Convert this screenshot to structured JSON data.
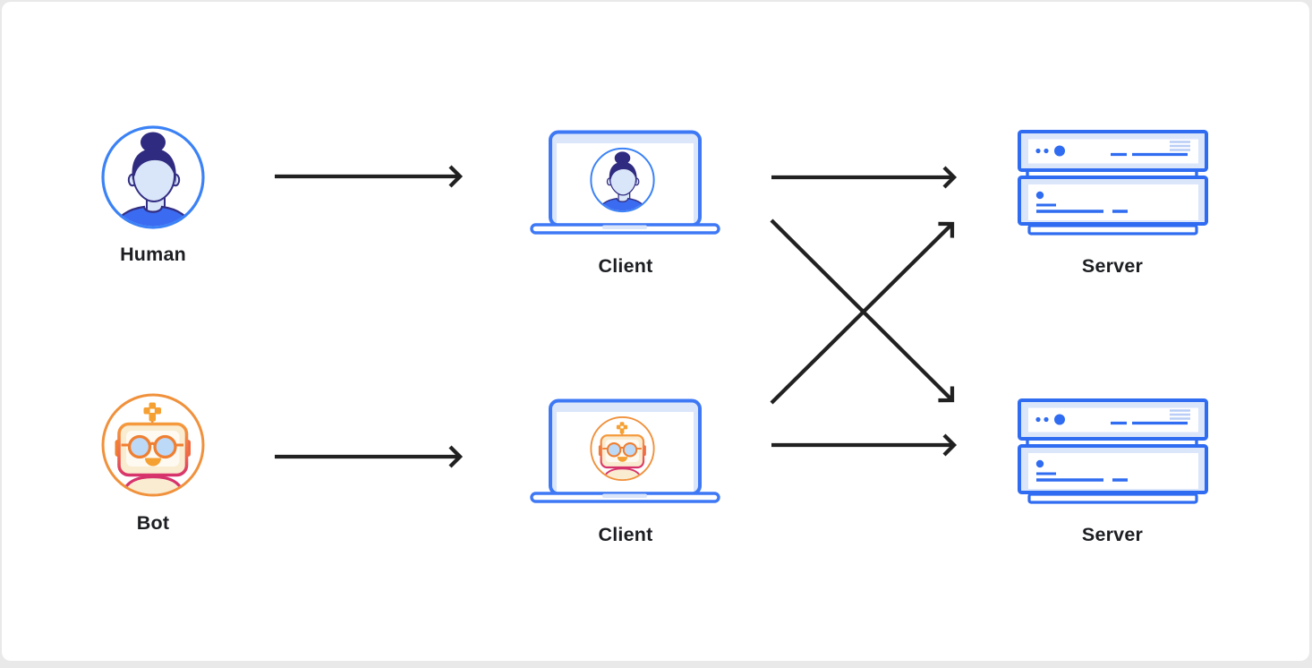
{
  "nodes": {
    "human": {
      "label": "Human",
      "icon": "human-avatar-icon"
    },
    "bot": {
      "label": "Bot",
      "icon": "bot-avatar-icon"
    },
    "client_top": {
      "label": "Client",
      "icon": "laptop-with-human-avatar-icon"
    },
    "client_bottom": {
      "label": "Client",
      "icon": "laptop-with-bot-avatar-icon"
    },
    "server_top": {
      "label": "Server",
      "icon": "server-rack-icon"
    },
    "server_bottom": {
      "label": "Server",
      "icon": "server-rack-icon"
    }
  },
  "edges": [
    {
      "from": "human",
      "to": "client_top",
      "style": "horizontal-arrow"
    },
    {
      "from": "bot",
      "to": "client_bottom",
      "style": "horizontal-arrow"
    },
    {
      "from": "client_top",
      "to": "server_top",
      "style": "horizontal-arrow"
    },
    {
      "from": "client_top",
      "to": "server_bottom",
      "style": "diagonal-arrow"
    },
    {
      "from": "client_bottom",
      "to": "server_top",
      "style": "diagonal-arrow"
    },
    {
      "from": "client_bottom",
      "to": "server_bottom",
      "style": "horizontal-arrow"
    }
  ],
  "colors": {
    "page_background": "#e9e9e9",
    "card_background": "#ffffff",
    "arrow": "#212121",
    "label_text": "#1c1e22",
    "avatar_circle_blue": "#3b82f6",
    "device_blue": "#3e78f5",
    "server_blue": "#2f6cf1",
    "light_blue_fill": "#dbe6fb",
    "pale_blue_lines": "#b9cdf6",
    "hair_indigo": "#2f2b80",
    "face_light_blue": "#d9e5f8",
    "shirt_blue": "#3b6bf1",
    "bot_orange": "#f0913c",
    "bot_amber": "#f5a032",
    "bot_crimson": "#d6336c",
    "bot_cream": "#faecd1",
    "lens_blue": "#bcd9f8"
  }
}
